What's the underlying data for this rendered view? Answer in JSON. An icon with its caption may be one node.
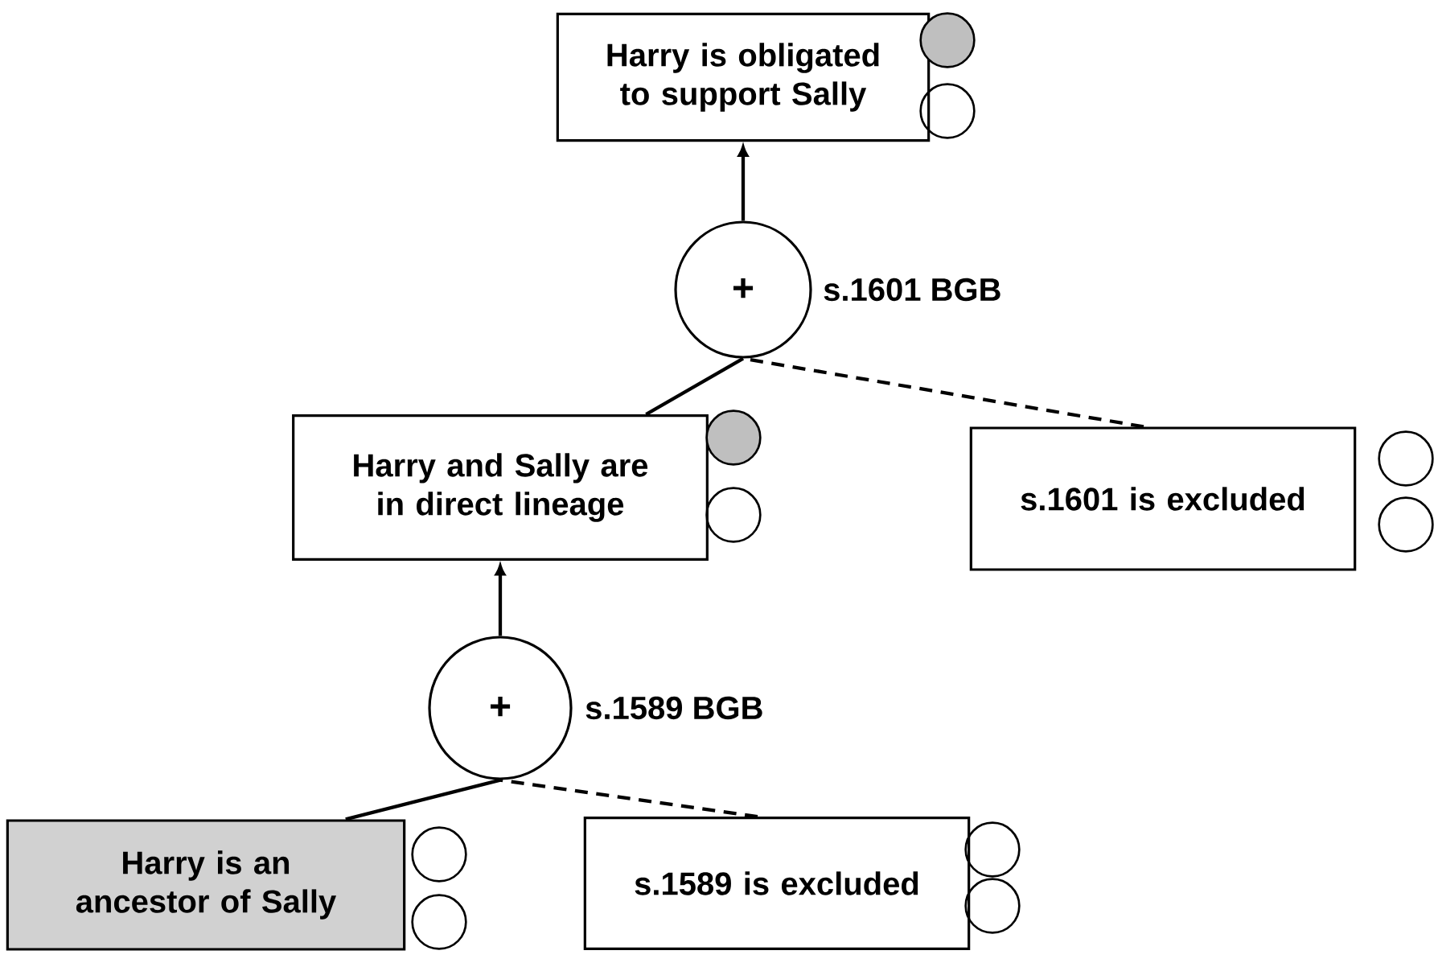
{
  "diagram": {
    "nodes": [
      {
        "text": [
          "Harry is obligated to support Sally"
        ]
      },
      {
        "text": [
          "+"
        ],
        "beside": [
          "s.1601 BGB"
        ]
      },
      {
        "text": [
          "Harry and Sally are in direct lineage"
        ]
      },
      {
        "text": [
          "s.1601 is excluded"
        ]
      },
      {
        "text": [
          "+"
        ],
        "beside": [
          "s.1589 BGB"
        ]
      },
      {
        "text": [
          "Harry is an ancestor of Sally"
        ]
      },
      {
        "text": [
          "s.1589 is excluded"
        ]
      }
    ],
    "edges": [
      {
        "from": 1,
        "to": 0,
        "arrow": "to"
      },
      {
        "from": 2,
        "to": 1,
        "arrow": "none"
      },
      {
        "from": 3,
        "to": 1,
        "arrow": "none",
        "style": "dashed"
      },
      {
        "from": 4,
        "to": 2,
        "arrow": "to"
      },
      {
        "from": 5,
        "to": 4,
        "arrow": "none"
      },
      {
        "from": 6,
        "to": 4,
        "arrow": "none",
        "style": "dashed"
      }
    ]
  }
}
